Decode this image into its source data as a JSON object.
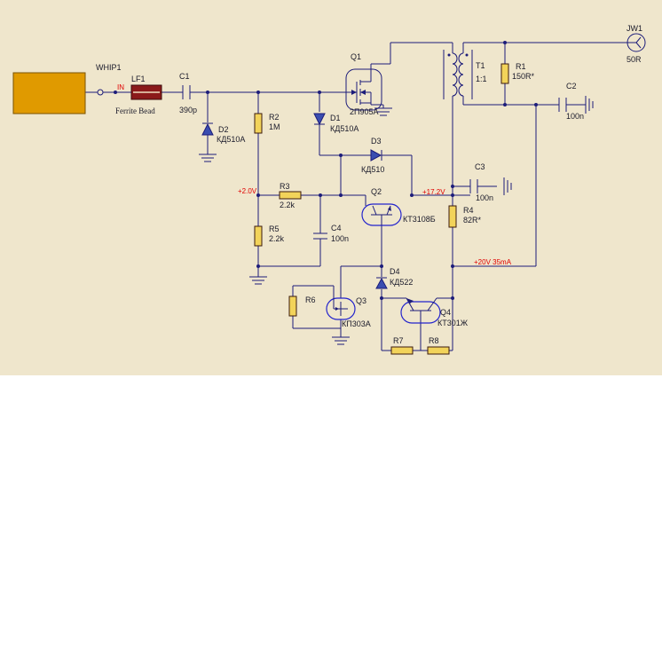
{
  "schematic": {
    "colors": {
      "background": "#efe6cc",
      "wire": "#1c1c7a",
      "net_label": "#e00000",
      "antenna_body": "#e09a00",
      "ferrite_body": "#8b1a1a",
      "resistor_fill": "#f2d35a"
    },
    "antenna": {
      "ref": "WHIP1",
      "pin_label": "IN"
    },
    "components": [
      {
        "ref": "LF1",
        "value": "Ferrite Bead"
      },
      {
        "ref": "C1",
        "value": "390p"
      },
      {
        "ref": "D2",
        "value": "КД510А"
      },
      {
        "ref": "R2",
        "value": "1M"
      },
      {
        "ref": "D1",
        "value": "КД510А"
      },
      {
        "ref": "Q1",
        "value": "2П905А"
      },
      {
        "ref": "T1",
        "value": "1:1"
      },
      {
        "ref": "R1",
        "value": "150R*"
      },
      {
        "ref": "JW1",
        "value": "50R"
      },
      {
        "ref": "C2",
        "value": "100n"
      },
      {
        "ref": "D3",
        "value": "КД510"
      },
      {
        "ref": "R3",
        "value": "2.2k"
      },
      {
        "ref": "Q2",
        "value": "КТ3108Б"
      },
      {
        "ref": "C3",
        "value": "100n"
      },
      {
        "ref": "R4",
        "value": "82R*"
      },
      {
        "ref": "R5",
        "value": "2.2k"
      },
      {
        "ref": "C4",
        "value": "100n"
      },
      {
        "ref": "D4",
        "value": "КД522"
      },
      {
        "ref": "R6",
        "value": ""
      },
      {
        "ref": "Q3",
        "value": "КП303А"
      },
      {
        "ref": "Q4",
        "value": "КТ301Ж"
      },
      {
        "ref": "R7",
        "value": ""
      },
      {
        "ref": "R8",
        "value": ""
      }
    ],
    "net_labels": {
      "v2": "+2.0V",
      "v17": "+17.2V",
      "supply": "+20V 35mA"
    }
  }
}
